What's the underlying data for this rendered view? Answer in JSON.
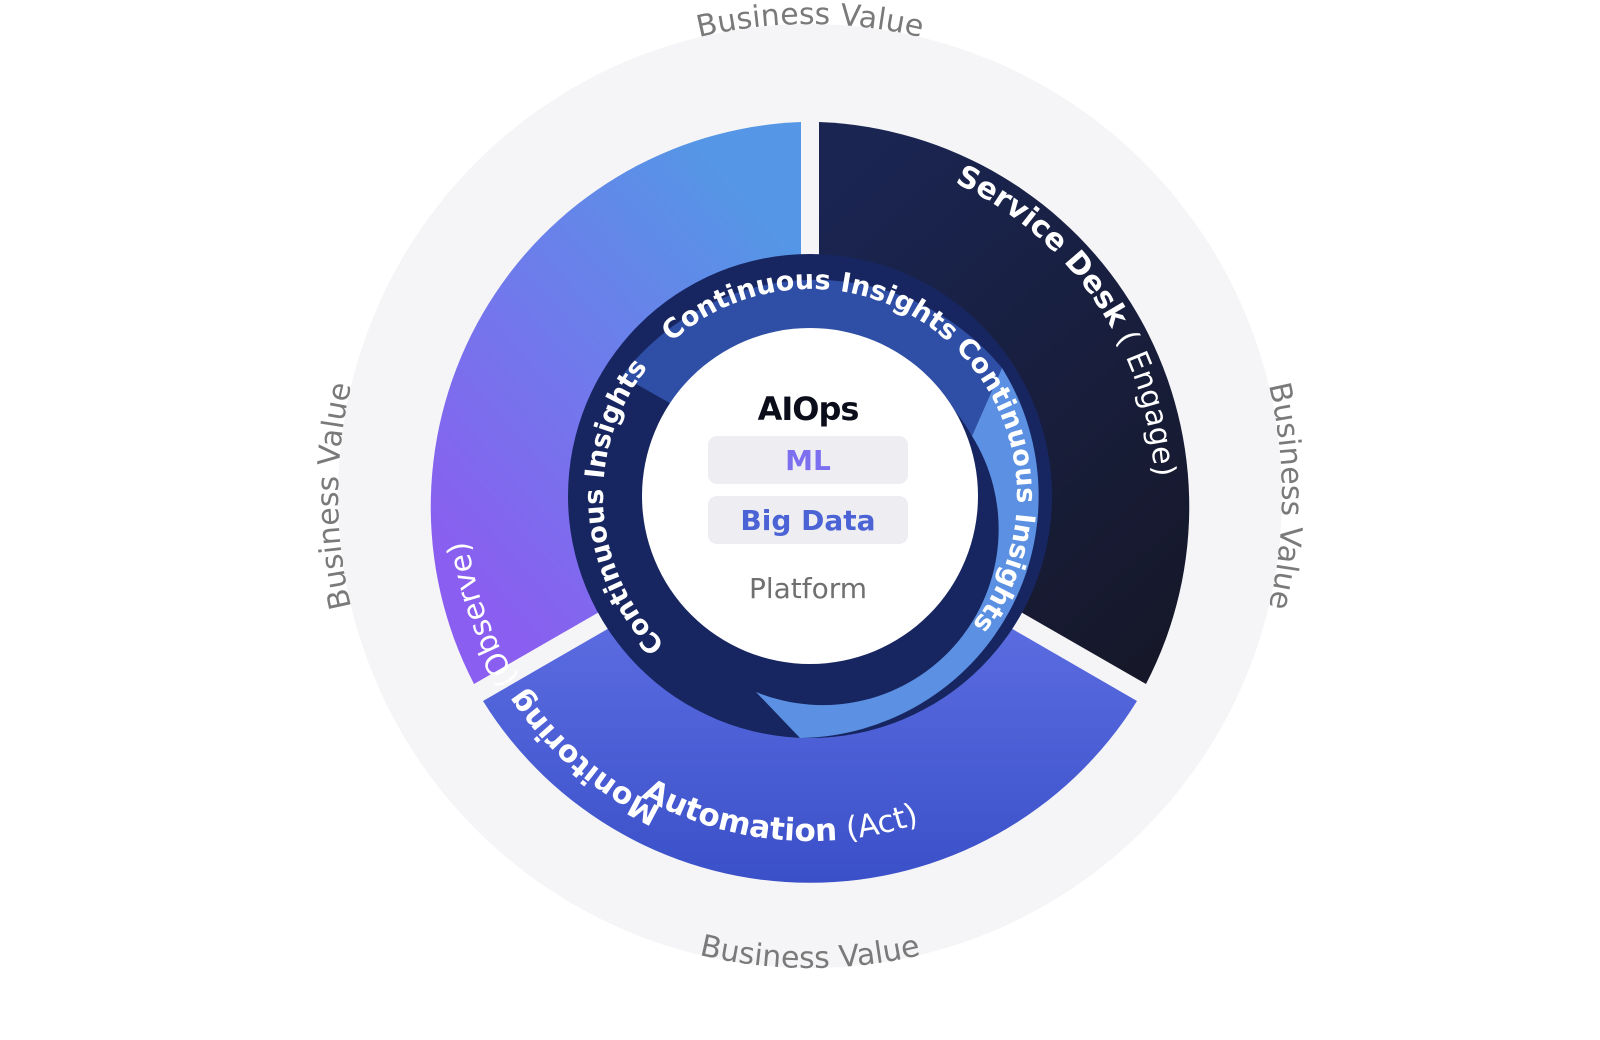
{
  "outer_ring": {
    "labels": [
      "Business Value",
      "Business Value",
      "Business Value",
      "Business Value"
    ],
    "color": "#f5f5f7",
    "text_color": "#7a7a7a"
  },
  "segments": [
    {
      "label": "Monitoring",
      "suffix": "(Observe)",
      "color_start": "#5596e6",
      "color_end": "#8a5ef0"
    },
    {
      "label": "Service Desk",
      "suffix": "( Engage)",
      "color_start": "#1a2552",
      "color_end": "#16182a"
    },
    {
      "label": "Automation",
      "suffix": "(Act)",
      "color_start": "#6a78ec",
      "color_end": "#3a50c8"
    }
  ],
  "cycle": {
    "labels": [
      "Continuous Insights",
      "Continuous Insights",
      "Continuous Insights"
    ],
    "colors": [
      "#2f4fa6",
      "#5b90e2",
      "#172660"
    ]
  },
  "core": {
    "title": "AIOps",
    "items": [
      {
        "label": "ML",
        "color": "#7c6ff0"
      },
      {
        "label": "Big Data",
        "color": "#4c63d6"
      }
    ],
    "subtitle": "Platform",
    "box_color": "#eeeef2"
  }
}
